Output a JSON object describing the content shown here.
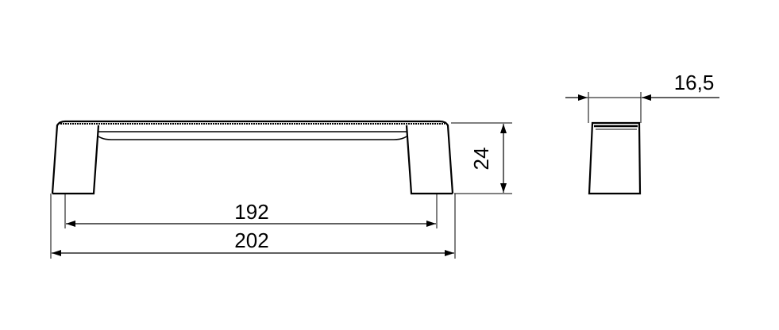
{
  "drawing": {
    "front_view": {
      "center_to_center": "192",
      "overall_length": "202",
      "height": "24"
    },
    "side_view": {
      "width": "16,5"
    }
  }
}
